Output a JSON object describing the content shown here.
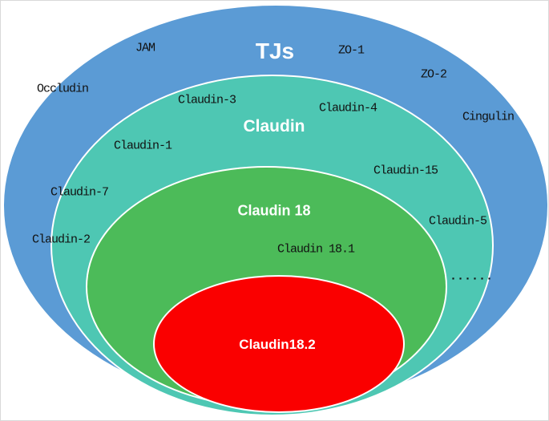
{
  "diagram": {
    "colors": {
      "tjs_blue": "#5B9BD5",
      "claudin_teal": "#4EC7B3",
      "claudin18_green": "#4CBB59",
      "claudin182_red": "#FA0000",
      "outline_white": "#FFFFFF",
      "label_black": "#111111"
    },
    "rings": {
      "tjs": {
        "label": "TJs"
      },
      "claudin": {
        "label": "Claudin"
      },
      "claudin18": {
        "label": "Claudin 18"
      },
      "claudin182": {
        "label": "Claudin18.2"
      }
    },
    "members": {
      "jam": "JAM",
      "zo1": "ZO-1",
      "zo2": "ZO-2",
      "occludin": "Occludin",
      "cingulin": "Cingulin",
      "claudin3": "Claudin-3",
      "claudin4": "Claudin-4",
      "claudin1": "Claudin-1",
      "claudin15": "Claudin-15",
      "claudin7": "Claudin-7",
      "claudin5": "Claudin-5",
      "claudin2": "Claudin-2",
      "claudin181": "Claudin 18.1",
      "ellipsis": "......"
    }
  }
}
